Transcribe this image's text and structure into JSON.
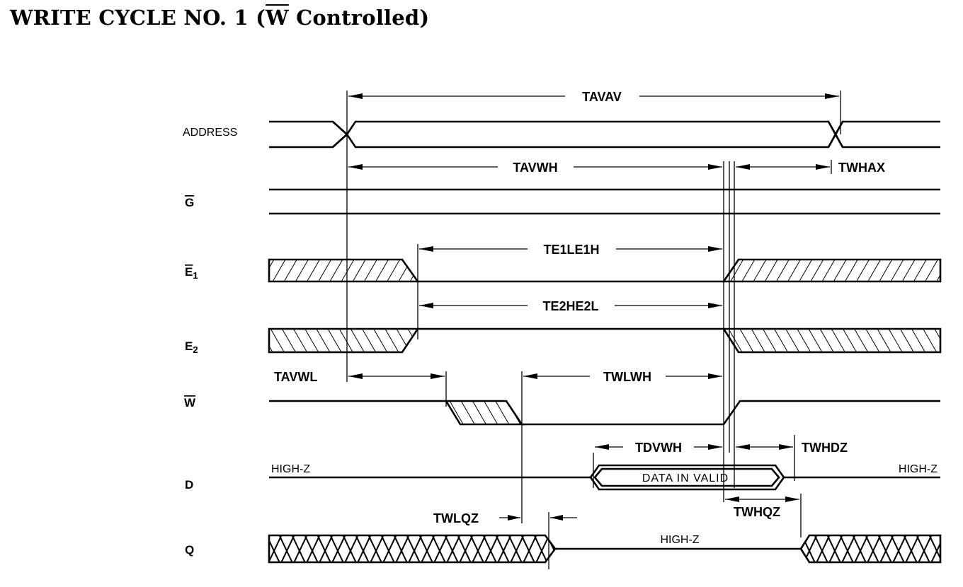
{
  "title": {
    "prefix": "WRITE CYCLE NO. 1 (",
    "overline": "W",
    "suffix": " Controlled)"
  },
  "signals": {
    "address": "ADDRESS",
    "g": "G",
    "e1_letter": "E",
    "e1_sub": "1",
    "e2_letter": "E",
    "e2_sub": "2",
    "w": "W",
    "d": "D",
    "q": "Q"
  },
  "timing_labels": {
    "tavav": "TAVAV",
    "tavwh": "TAVWH",
    "twhax": "TWHAX",
    "te1le1h": "TE1LE1H",
    "te2he2l": "TE2HE2L",
    "tavwl": "TAVWL",
    "twlwh": "TWLWH",
    "tdvwh": "TDVWH",
    "twhdz": "TWHDZ",
    "twhqz": "TWHQZ",
    "twlqz": "TWLQZ"
  },
  "state_text": {
    "d_high_z_left": "HIGH-Z",
    "d_high_z_right": "HIGH-Z",
    "data_in_valid": "DATA IN VALID",
    "q_high_z": "HIGH-Z"
  }
}
